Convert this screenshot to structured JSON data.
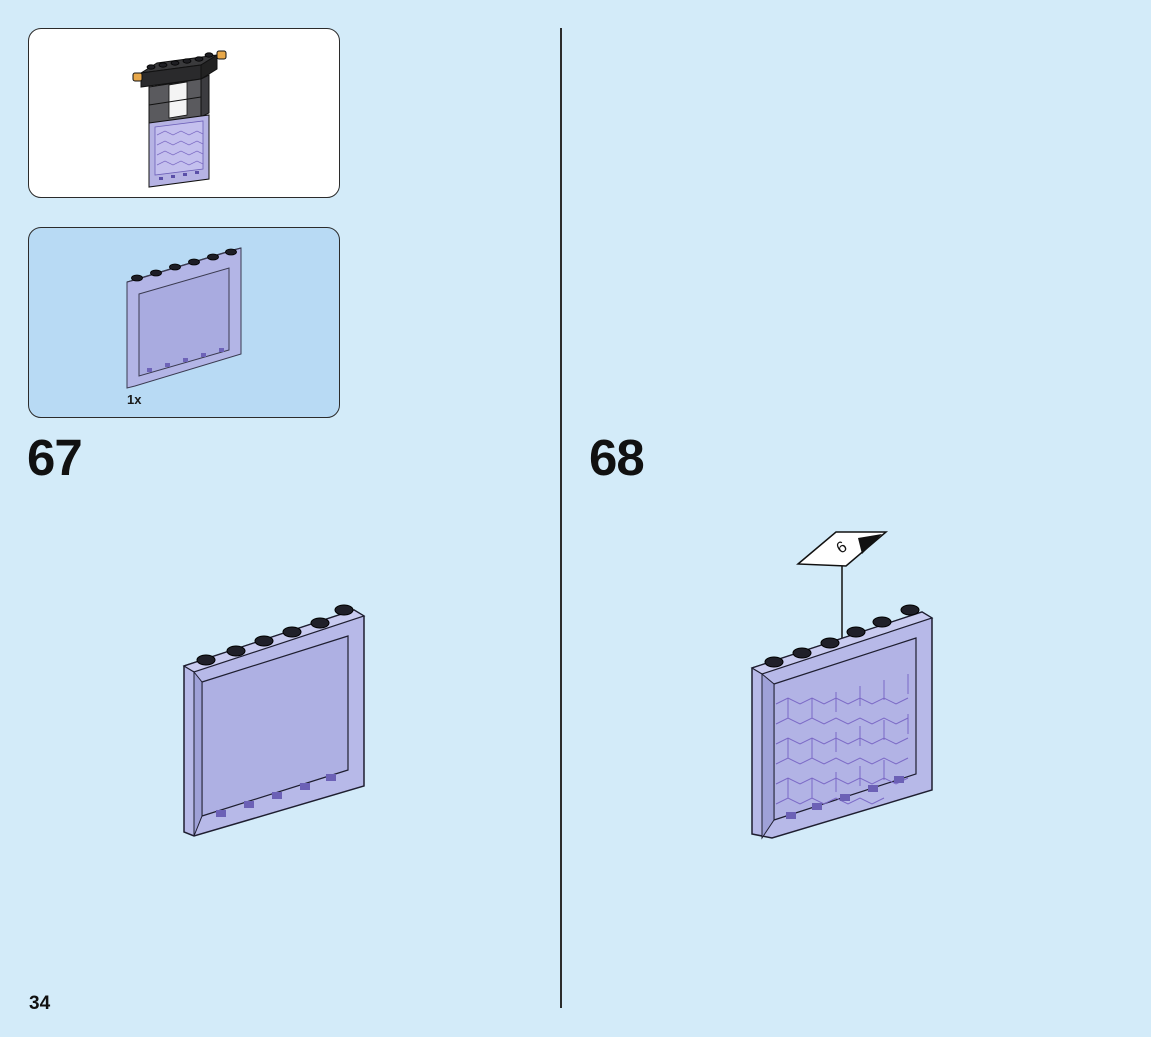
{
  "page": {
    "number": "34"
  },
  "preview": {
    "icon": "assembly-preview-window-frame"
  },
  "parts_list": {
    "items": [
      {
        "quantity": "1x",
        "icon": "transparent-purple-panel-1x6x5"
      }
    ]
  },
  "steps": [
    {
      "number": "67",
      "icon": "transparent-purple-panel"
    },
    {
      "number": "68",
      "icon": "patterned-panel-with-sticker",
      "sticker_label": "6"
    }
  ],
  "colors": {
    "background": "#d3ebf9",
    "parts_panel": "#b8daf4",
    "panel_fill": "#b5b7e6",
    "stud": "#26262e",
    "pattern": "#7c6bc4"
  }
}
